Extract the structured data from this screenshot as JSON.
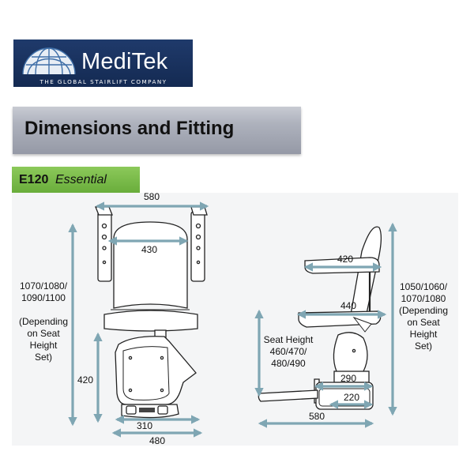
{
  "logo": {
    "brand": "MediTek",
    "tagline": "THE GLOBAL STAIRLIFT COMPANY"
  },
  "banner": {
    "title": "Dimensions and Fitting"
  },
  "model": {
    "code": "E120",
    "name": "Essential"
  },
  "front_view": {
    "width_armrests": "580",
    "backrest_width": "430",
    "overall_height_lines": [
      "1070/1080/",
      "1090/1100",
      "",
      "(Depending",
      "on Seat",
      "Height",
      "Set)"
    ],
    "base_height": "420",
    "footplate_width": "310",
    "base_width": "480"
  },
  "side_view": {
    "armrest_depth": "420",
    "seat_depth": "440",
    "seat_height_lines": [
      "Seat Height",
      "460/470/",
      "480/490"
    ],
    "overall_height_lines": [
      "1050/1060/",
      "1070/1080",
      "(Depending",
      "on Seat",
      "Height",
      "Set)"
    ],
    "footrest_upper": "290",
    "footrest_lower": "220",
    "overall_depth": "580"
  },
  "colors": {
    "logo_bg": "#1f3a6b",
    "banner_bg": "#a9adb8",
    "model_tab_bg": "#7bbf4b",
    "dimension_arrow": "#7fa6b3"
  }
}
